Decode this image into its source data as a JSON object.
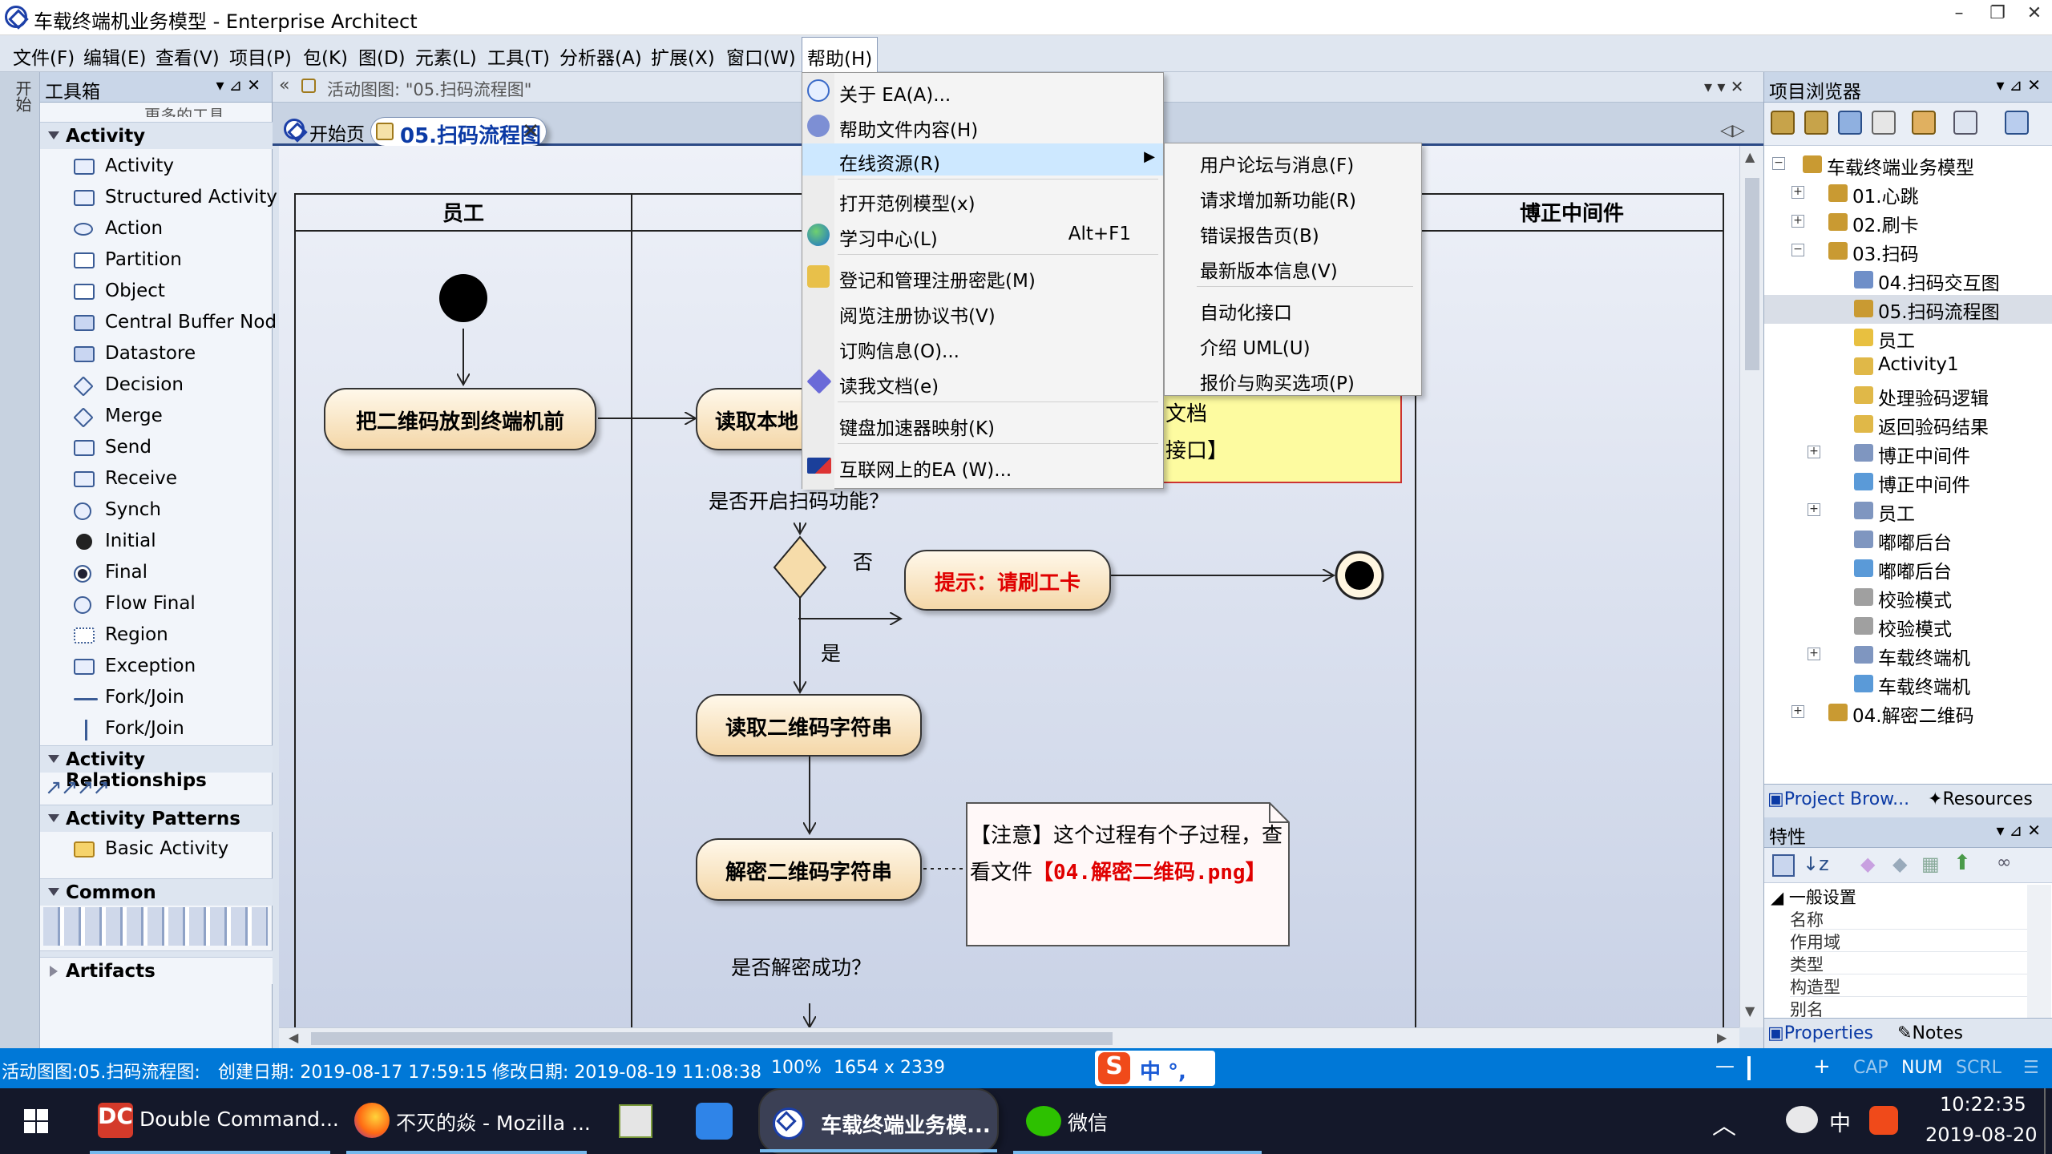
{
  "window": {
    "title": "车载终端机业务模型 - Enterprise Architect"
  },
  "menubar": [
    "文件(F)",
    "编辑(E)",
    "查看(V)",
    "项目(P)",
    "包(K)",
    "图(D)",
    "元素(L)",
    "工具(T)",
    "分析器(A)",
    "扩展(X)",
    "窗口(W)",
    "帮助(H)"
  ],
  "leftstrip": {
    "label": "开始"
  },
  "toolbox": {
    "title": "工具箱",
    "more_tools": "更多的工具...",
    "groups": [
      {
        "name": "Activity",
        "items": [
          "Activity",
          "Structured Activity",
          "Action",
          "Partition",
          "Object",
          "Central Buffer Node",
          "Datastore",
          "Decision",
          "Merge",
          "Send",
          "Receive",
          "Synch",
          "Initial",
          "Final",
          "Flow Final",
          "Region",
          "Exception",
          "Fork/Join",
          "Fork/Join"
        ]
      },
      {
        "name": "Activity Relationships"
      },
      {
        "name": "Activity Patterns",
        "items": [
          "Basic Activity"
        ]
      },
      {
        "name": "Common"
      },
      {
        "name": "Artifacts"
      }
    ]
  },
  "docbar": {
    "caption": "活动图图: \"05.扫码流程图\""
  },
  "tabs": [
    {
      "label": "开始页",
      "active": false
    },
    {
      "label": "05.扫码流程图",
      "active": true,
      "close": "✕"
    }
  ],
  "diagram": {
    "lanes": [
      "员工",
      "博正中间件"
    ],
    "actions": {
      "a1": "把二维码放到终端机前",
      "a2": "读取本地",
      "a3": "读取二维码字符串",
      "a4": "解密二维码字符串",
      "hint": "提示：请刷工卡"
    },
    "labels": {
      "q1": "是否开启扫码功能？",
      "no": "否",
      "yes": "是",
      "q2": "是否解密成功？"
    },
    "note1": {
      "line1": "文档",
      "line2": "接口】"
    },
    "note2": {
      "prefix": "【注意】这个过程有个子过程，查看文件",
      "highlight": "【04.解密二维码.png】"
    }
  },
  "help_menu": {
    "items": [
      {
        "label": "关于 EA(A)..."
      },
      {
        "label": "帮助文件内容(H)"
      },
      {
        "label": "在线资源(R)",
        "highlighted": true
      },
      {
        "label": "打开范例模型(x)"
      },
      {
        "label": "学习中心(L)",
        "accel": "Alt+F1"
      },
      {
        "label": "登记和管理注册密匙(M)"
      },
      {
        "label": "阅览注册协议书(V)"
      },
      {
        "label": "订购信息(O)..."
      },
      {
        "label": "读我文档(e)"
      },
      {
        "label": "键盘加速器映射(K)"
      },
      {
        "label": "互联网上的EA (W)..."
      }
    ]
  },
  "online_submenu": [
    "用户论坛与消息(F)",
    "请求增加新功能(R)",
    "错误报告页(B)",
    "最新版本信息(V)",
    "自动化接口",
    "介绍 UML(U)",
    "报价与购买选项(P)"
  ],
  "project_browser": {
    "title": "项目浏览器",
    "tree": [
      {
        "label": "车载终端业务模型",
        "level": 0
      },
      {
        "label": "01.心跳",
        "level": 1
      },
      {
        "label": "02.刷卡",
        "level": 1
      },
      {
        "label": "03.扫码",
        "level": 1
      },
      {
        "label": "04.扫码交互图",
        "level": 2
      },
      {
        "label": "05.扫码流程图",
        "level": 2,
        "selected": true
      },
      {
        "label": "员工",
        "level": 2
      },
      {
        "label": "Activity1",
        "level": 2
      },
      {
        "label": "处理验码逻辑",
        "level": 2
      },
      {
        "label": "返回验码结果",
        "level": 2
      },
      {
        "label": "博正中间件",
        "level": 2
      },
      {
        "label": "博正中间件",
        "level": 2
      },
      {
        "label": "员工",
        "level": 2
      },
      {
        "label": "嘟嘟后台",
        "level": 2
      },
      {
        "label": "嘟嘟后台",
        "level": 2
      },
      {
        "label": "校验模式",
        "level": 2
      },
      {
        "label": "校验模式",
        "level": 2
      },
      {
        "label": "车载终端机",
        "level": 2
      },
      {
        "label": "车载终端机",
        "level": 2
      },
      {
        "label": "04.解密二维码",
        "level": 1
      }
    ],
    "footer_tabs": [
      "Project Brow...",
      "Resources"
    ]
  },
  "properties": {
    "title": "特性",
    "section": "一般设置",
    "rows": [
      "名称",
      "作用域",
      "类型",
      "构造型",
      "别名"
    ],
    "footer_tabs": [
      "Properties",
      "Notes"
    ]
  },
  "statusbar": {
    "diagram": "活动图图:05.扫码流程图:",
    "created": "创建日期: 2019-08-17 17:59:15",
    "modified": "修改日期: 2019-08-19 11:08:38",
    "zoom": "100%",
    "size": "1654 x 2339",
    "ime": "中 °,",
    "indicators": [
      "CAP",
      "NUM",
      "SCRL"
    ]
  },
  "taskbar": {
    "apps": [
      "Double Command...",
      "不灭的焱 - Mozilla ...",
      "车载终端业务模...",
      "微信"
    ],
    "tray_ime": "中",
    "time": "10:22:35",
    "date": "2019-08-20"
  },
  "colors": {
    "accent": "#0078d7",
    "status_bar": "#0078d7",
    "taskbar": "#14182a",
    "red_text": "#e00000"
  }
}
